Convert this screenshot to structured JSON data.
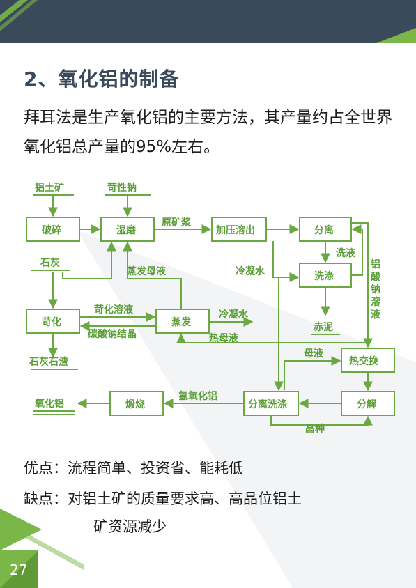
{
  "heading": "2、氧化铝的制备",
  "intro": "拜耳法是生产氧化铝的主要方法，其产量约占全世界氧化铝总产量的95%左右。",
  "flowchart": {
    "bauxite": "铝土矿",
    "caustic": "苛性钠",
    "crush": "破碎",
    "wet_grind": "湿磨",
    "raw_slurry": "原矿浆",
    "pressure_leach": "加压溶出",
    "separate": "分离",
    "wash_liquid": "洗液",
    "wash": "洗涤",
    "red_mud": "赤泥",
    "lime": "石灰",
    "evap_mother": "蒸发母液",
    "condensate1": "冷凝水",
    "aluminate": "铝酸钠溶液",
    "causticize": "苛化",
    "caustic_solution": "苛化溶液",
    "evaporate": "蒸发",
    "condensate2": "冷凝水",
    "soda_crystal": "碳酸钠结晶",
    "hot_mother": "热母液",
    "lime_residue": "石灰石渣",
    "mother_liquor": "母液",
    "heat_exchange": "热交换",
    "alumina": "氧化铝",
    "calcine": "煅烧",
    "hydroxide": "氢氧化铝",
    "sep_wash": "分离洗涤",
    "decompose": "分解",
    "seed": "晶种"
  },
  "pros_label": "优点：",
  "pros": "流程简单、投资省、能耗低",
  "cons_label": "缺点：",
  "cons_line1": "对铝土矿的质量要求高、高品位铝土",
  "cons_line2": "矿资源减少",
  "page_number": "27",
  "colors": {
    "bar": "#3a4a5a",
    "accent": "#7ab648",
    "flow": "#6aa842"
  }
}
